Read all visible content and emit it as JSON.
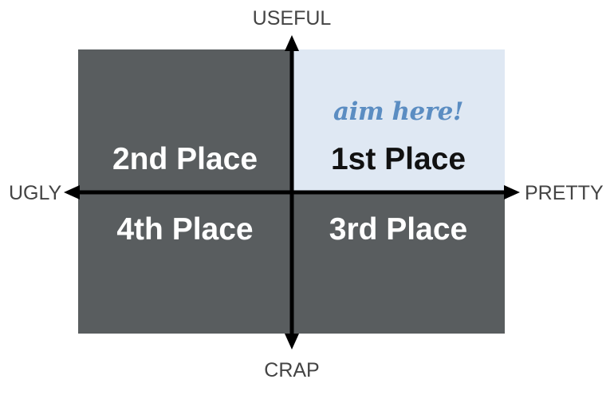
{
  "axes": {
    "top": "USEFUL",
    "bottom": "CRAP",
    "left": "UGLY",
    "right": "PRETTY"
  },
  "quadrants": {
    "top_left": {
      "label": "2nd Place"
    },
    "top_right": {
      "label": "1st Place",
      "annotation": "aim here!"
    },
    "bottom_left": {
      "label": "4th Place"
    },
    "bottom_right": {
      "label": "3rd Place"
    }
  },
  "colors": {
    "dark_quadrant": "#595d5f",
    "highlight_quadrant": "#dfe8f3",
    "light_text": "#ffffff",
    "dark_text": "#111111",
    "annotation": "#5b8dc2",
    "axis_line": "#000000",
    "axis_label": "#444444"
  }
}
